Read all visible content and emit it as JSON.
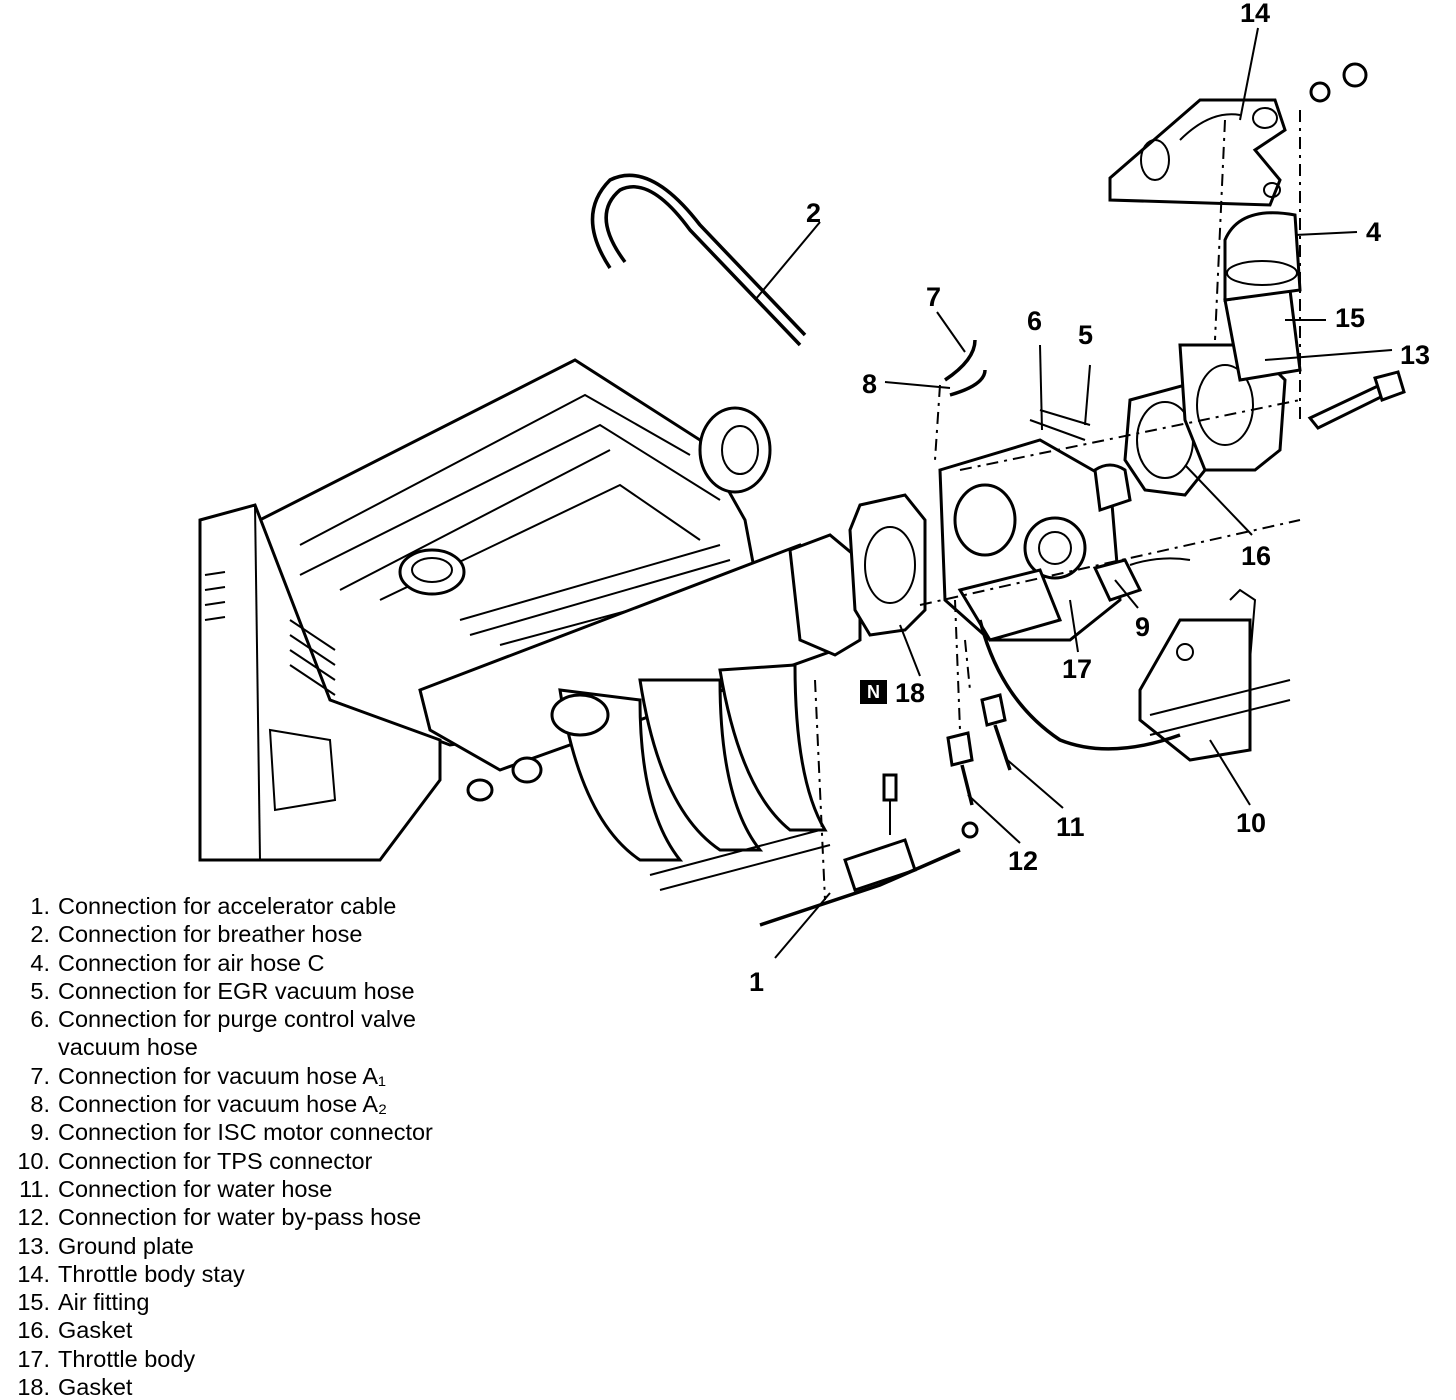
{
  "callouts": {
    "c1": "1",
    "c2": "2",
    "c4": "4",
    "c5": "5",
    "c6": "6",
    "c7": "7",
    "c8": "8",
    "c9": "9",
    "c10": "10",
    "c11": "11",
    "c12": "12",
    "c13": "13",
    "c14": "14",
    "c15": "15",
    "c16": "16",
    "c17": "17",
    "c18": "18",
    "n_badge": "N"
  },
  "legend": [
    {
      "num": "1.",
      "text": "Connection for accelerator cable"
    },
    {
      "num": "2.",
      "text": "Connection for breather hose"
    },
    {
      "num": "4.",
      "text": "Connection for air hose C"
    },
    {
      "num": "5.",
      "text": "Connection for EGR vacuum hose"
    },
    {
      "num": "6.",
      "text": "Connection for purge control valve",
      "cont": "vacuum hose"
    },
    {
      "num": "7.",
      "text": "Connection for vacuum hose A₁"
    },
    {
      "num": "8.",
      "text": "Connection for vacuum hose A₂"
    },
    {
      "num": "9.",
      "text": "Connection for ISC motor connector"
    },
    {
      "num": "10.",
      "text": "Connection for TPS connector"
    },
    {
      "num": "11.",
      "text": "Connection for water hose"
    },
    {
      "num": "12.",
      "text": "Connection for water by-pass hose"
    },
    {
      "num": "13.",
      "text": "Ground plate"
    },
    {
      "num": "14.",
      "text": "Throttle body stay"
    },
    {
      "num": "15.",
      "text": "Air fitting"
    },
    {
      "num": "16.",
      "text": "Gasket"
    },
    {
      "num": "17.",
      "text": "Throttle body"
    },
    {
      "num": "18.",
      "text": "Gasket"
    }
  ]
}
